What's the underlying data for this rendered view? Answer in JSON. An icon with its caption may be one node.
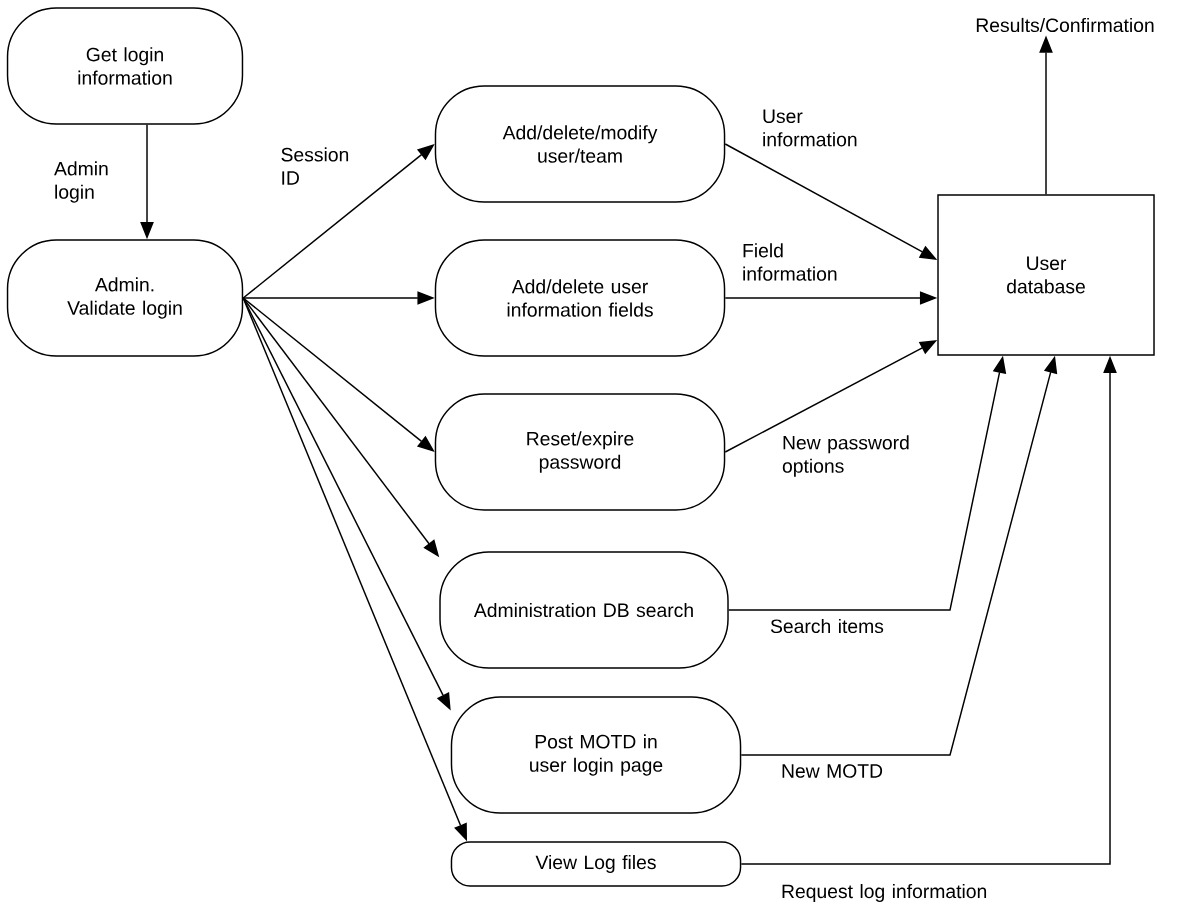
{
  "diagram": {
    "nodes": [
      {
        "text": [
          "Get login information"
        ]
      },
      {
        "text": [
          "Admin. Validate login"
        ]
      },
      {
        "text": [
          "Add/delete/modify user/team"
        ]
      },
      {
        "text": [
          "Add/delete user information fields"
        ]
      },
      {
        "text": [
          "Reset/expire password"
        ]
      },
      {
        "text": [
          "Administration DB search"
        ]
      },
      {
        "text": [
          "Post MOTD in user login page"
        ]
      },
      {
        "text": [
          "View Log files"
        ]
      },
      {
        "text": [
          "User database"
        ]
      },
      {
        "text": [
          "Results/Confirmation"
        ]
      }
    ],
    "edges": [
      {
        "from": 0,
        "to": 1,
        "arrow": "to",
        "label": "Admin login"
      },
      {
        "from": 1,
        "to": 2,
        "arrow": "to",
        "label": "Session ID"
      },
      {
        "from": 1,
        "to": 3,
        "arrow": "to"
      },
      {
        "from": 1,
        "to": 4,
        "arrow": "to"
      },
      {
        "from": 1,
        "to": 5,
        "arrow": "to"
      },
      {
        "from": 1,
        "to": 6,
        "arrow": "to"
      },
      {
        "from": 1,
        "to": 7,
        "arrow": "to"
      },
      {
        "from": 2,
        "to": 8,
        "arrow": "to",
        "label": "User information"
      },
      {
        "from": 3,
        "to": 8,
        "arrow": "to",
        "label": "Field information"
      },
      {
        "from": 4,
        "to": 8,
        "arrow": "to",
        "label": "New password options"
      },
      {
        "from": 5,
        "to": 8,
        "arrow": "to",
        "label": "Search items"
      },
      {
        "from": 6,
        "to": 8,
        "arrow": "to",
        "label": "New MOTD"
      },
      {
        "from": 7,
        "to": 8,
        "arrow": "to",
        "label": "Request log information"
      },
      {
        "from": 8,
        "to": 9,
        "arrow": "to"
      }
    ]
  }
}
